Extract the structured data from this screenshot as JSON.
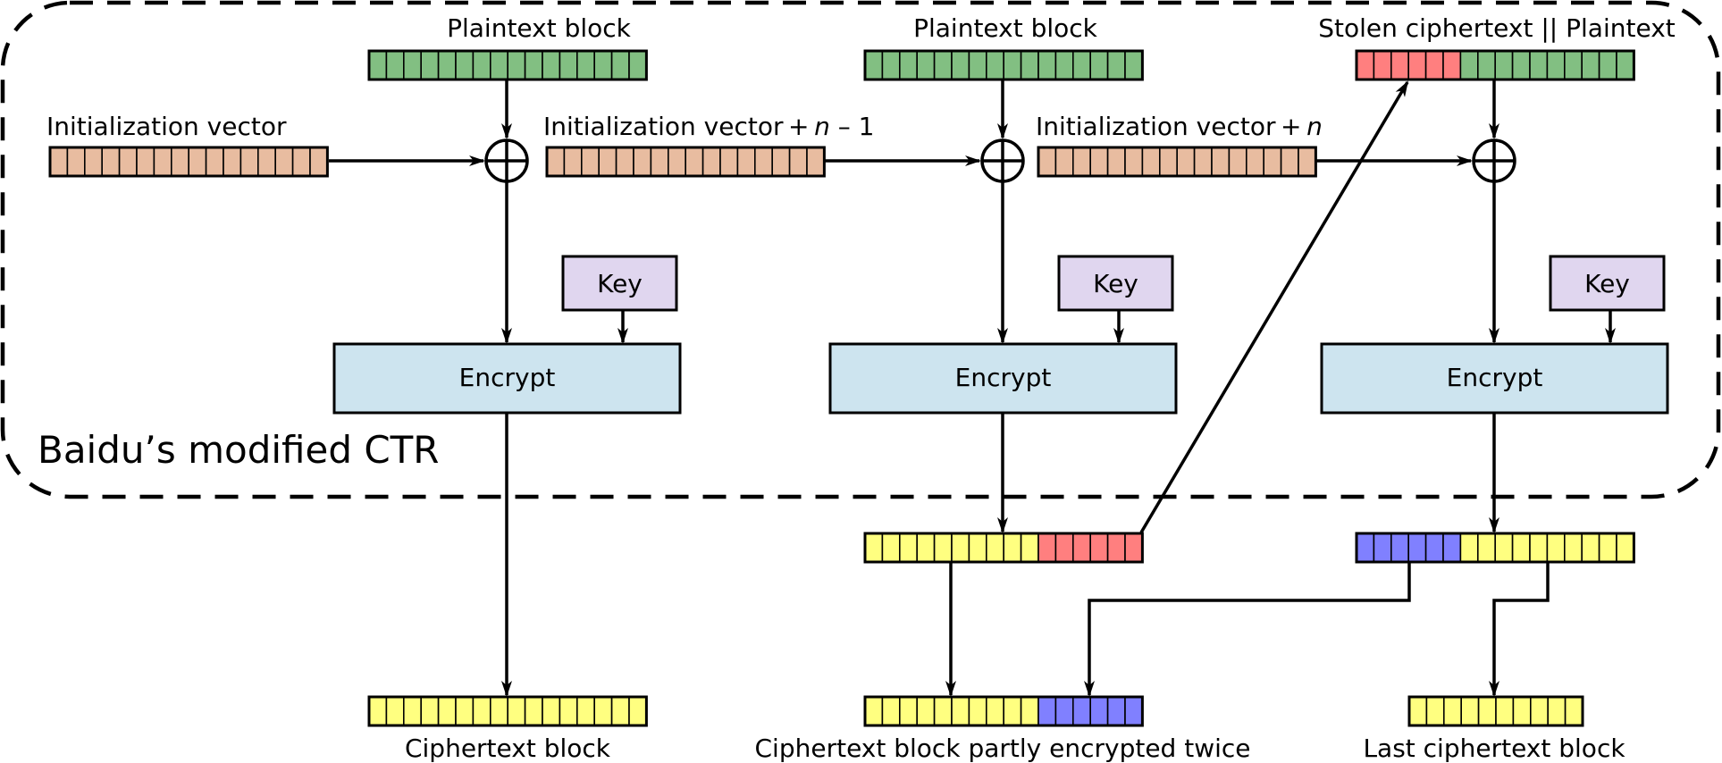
{
  "diagram": {
    "group_label": "Baidu’s modified CTR",
    "stages": [
      {
        "plaintext_label": "Plaintext block",
        "iv_label": "Initialization vector",
        "key_label": "Key",
        "encrypt_label": "Encrypt",
        "output_label": "Ciphertext block"
      },
      {
        "plaintext_label": "Plaintext block",
        "iv_label_prefix": "Initialization vector + ",
        "iv_label_var": "n",
        "iv_label_suffix": " – 1",
        "key_label": "Key",
        "encrypt_label": "Encrypt",
        "output_label": "Ciphertext block partly encrypted twice"
      },
      {
        "plaintext_label": "Stolen ciphertext || Plaintext",
        "iv_label_prefix": "Initialization vector + ",
        "iv_label_var": "n",
        "key_label": "Key",
        "encrypt_label": "Encrypt",
        "output_label": "Last ciphertext block"
      }
    ],
    "colors": {
      "plaintext": "#82bf82",
      "iv": "#e8bca0",
      "key": "#e0d6ef",
      "encrypt": "#cde4ef",
      "ciphertext": "#ffff80",
      "stolen": "#ff7f7f",
      "twice": "#8080ff"
    }
  }
}
